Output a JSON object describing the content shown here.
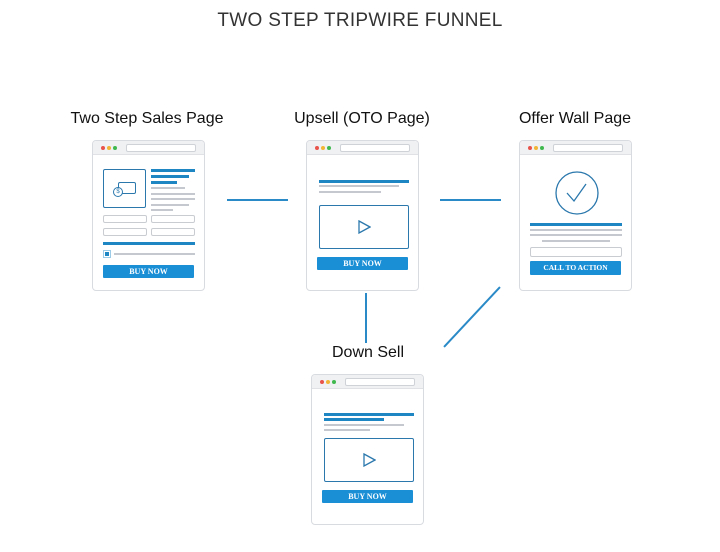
{
  "title": "TWO STEP TRIPWIRE FUNNEL",
  "pages": [
    {
      "label": "Two Step Sales Page",
      "button": "BUY NOW"
    },
    {
      "label": "Upsell (OTO Page)",
      "button": "BUY NOW"
    },
    {
      "label": "Offer Wall Page",
      "button": "CALL TO ACTION"
    },
    {
      "label": "Down Sell",
      "button": "BUY NOW"
    }
  ],
  "colors": {
    "accent": "#1b8fd6",
    "line": "#2a8ac7"
  }
}
